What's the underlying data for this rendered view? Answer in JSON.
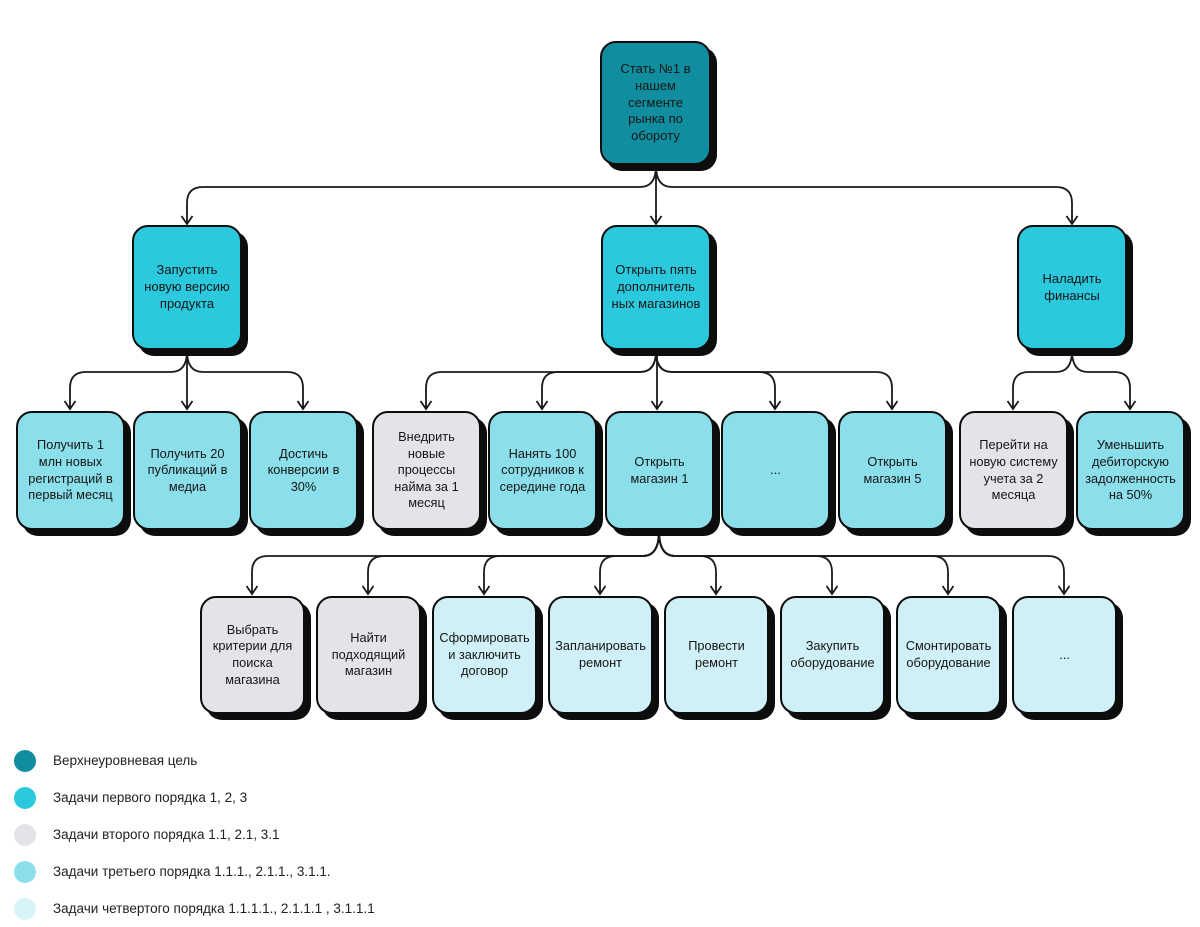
{
  "diagram": {
    "root": {
      "label": "Стать №1 в нашем сегменте рынка по обороту"
    },
    "level1": [
      {
        "label": "Запустить новую версию продукта"
      },
      {
        "label": "Открыть пять дополнитель ных магазинов"
      },
      {
        "label": "Наладить финансы"
      }
    ],
    "level2": [
      {
        "label": "Получить 1 млн новых регистраций в первый месяц"
      },
      {
        "label": "Получить 20 публикаций в медиа"
      },
      {
        "label": "Достичь конверсии в 30%"
      },
      {
        "label": "Внедрить новые процессы найма за 1 месяц"
      },
      {
        "label": "Нанять 100 сотрудников к середине года"
      },
      {
        "label": "Открыть магазин 1"
      },
      {
        "label": "..."
      },
      {
        "label": "Открыть магазин 5"
      },
      {
        "label": "Перейти на новую систему учета за 2 месяца"
      },
      {
        "label": "Уменьшить дебиторскую задолженность на 50%"
      }
    ],
    "level3": [
      {
        "label": "Выбрать критерии для поиска магазина"
      },
      {
        "label": "Найти подходящий магазин"
      },
      {
        "label": "Сформировать и заключить договор"
      },
      {
        "label": "Запланировать ремонт"
      },
      {
        "label": "Провести ремонт"
      },
      {
        "label": "Закупить оборудование"
      },
      {
        "label": "Смонтировать оборудование"
      },
      {
        "label": "..."
      }
    ]
  },
  "legend": {
    "items": [
      {
        "label": "Верхнеуровневая цель",
        "variant": "teal"
      },
      {
        "label": "Задачи первого порядка 1, 2, 3",
        "variant": "cyan"
      },
      {
        "label": "Задачи второго порядка 1.1, 2.1, 3.1",
        "variant": "gray"
      },
      {
        "label": "Задачи третьего порядка 1.1.1., 2.1.1., 3.1.1.",
        "variant": "cyanMid"
      },
      {
        "label": "Задачи четвертого порядка 1.1.1.1., 2.1.1.1 , 3.1.1.1",
        "variant": "lightest"
      }
    ]
  },
  "palette": {
    "teal": "#108E9F",
    "cyan": "#2BC9DE",
    "gray": "#E4E4E8",
    "cyanMid": "#8BDFEA",
    "cyanLight": "#CFF0F7",
    "lightest": "#D8F4F9",
    "line": "#1a1a1a"
  }
}
